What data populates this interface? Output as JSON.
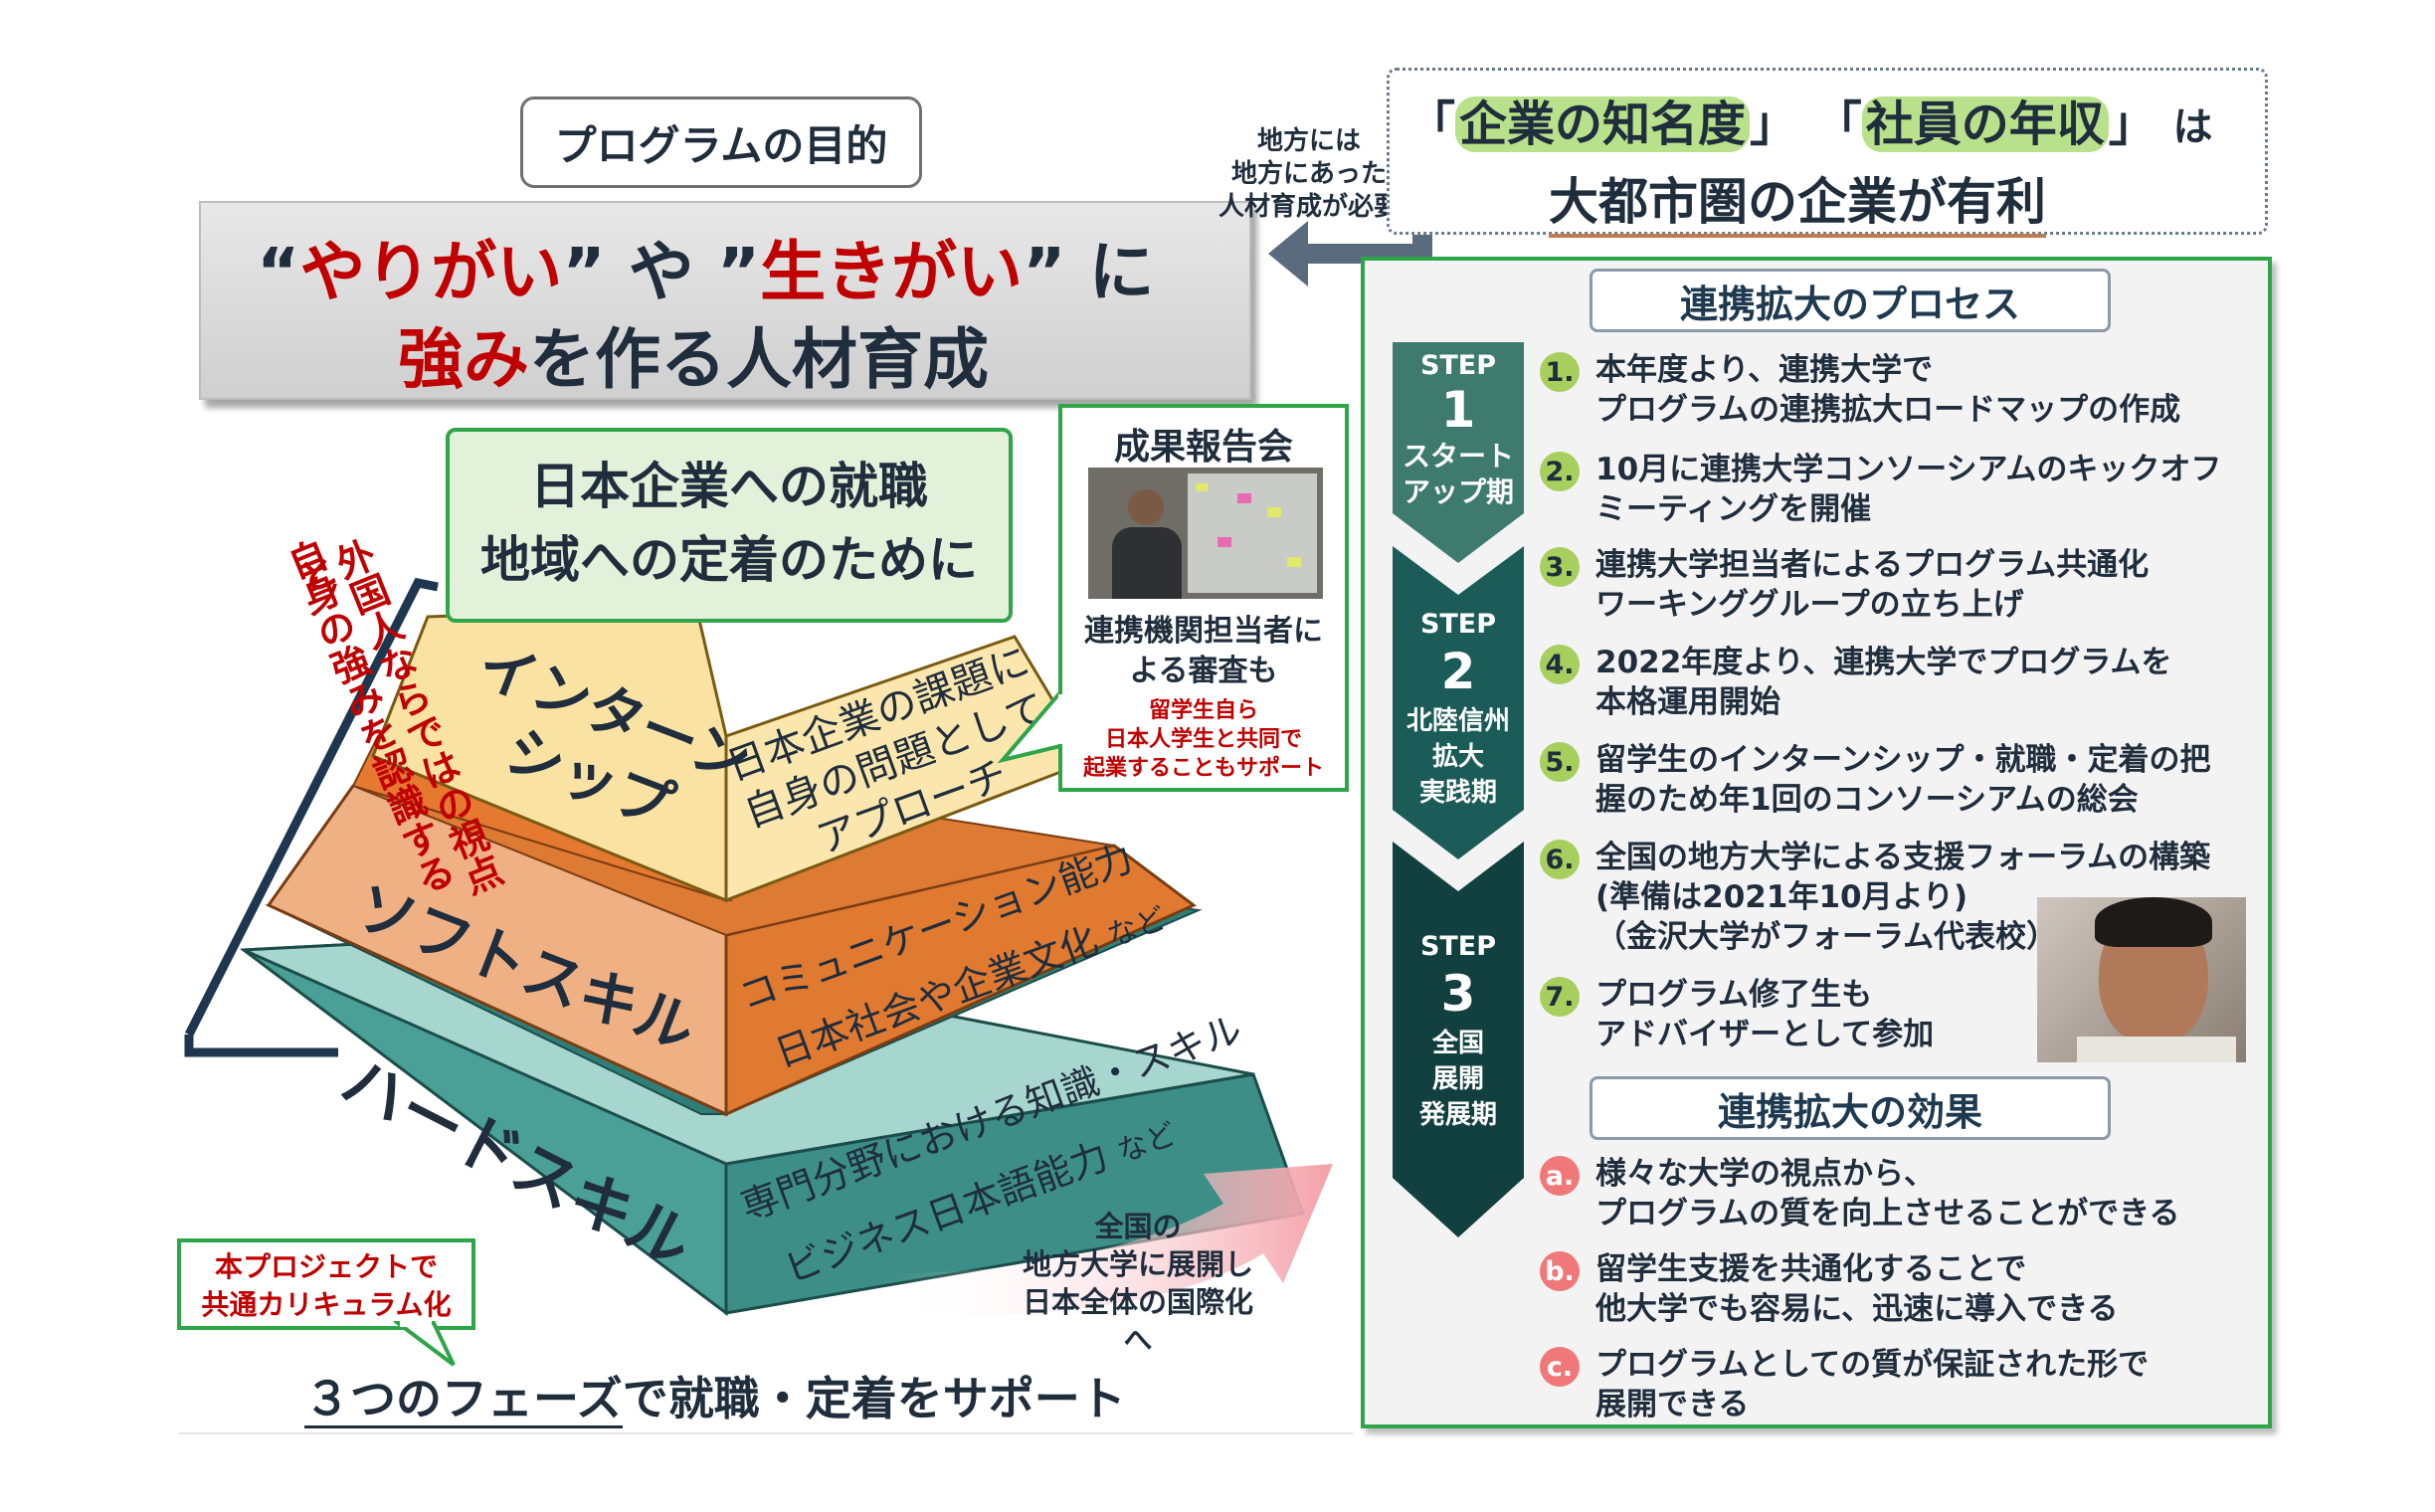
{
  "purpose_label": "プログラムの目的",
  "banner": {
    "q1": "“",
    "w1": "やりがい",
    "q2": "”",
    "mid": "や",
    "q3": "”",
    "w2": "生きがい",
    "q4": "”",
    "end": "に",
    "l2_red": "強み",
    "l2_rest": "を作る人材育成"
  },
  "regional_note": [
    "地方には",
    "地方にあった",
    "人材育成が必要"
  ],
  "big_firms": {
    "q_open1": "「",
    "term1": "企業の知名度",
    "q_close1": "」",
    "q_open2": "「",
    "term2": "社員の年収",
    "q_close2": "」",
    "particle": "は",
    "line2": "大都市圏の企業が有利"
  },
  "goal": [
    "日本企業への就職",
    "地域への定着のために"
  ],
  "report": {
    "title": "成果報告会",
    "desc": [
      "連携機関担当者に",
      "よる審査も"
    ],
    "red_note": [
      "留学生自ら",
      "日本人学生と共同で",
      "起業することもサポート"
    ]
  },
  "side_vertical": [
    "外国人ならではの視点と",
    "自身の強みを認識する"
  ],
  "pyramid": {
    "top_left": [
      "インターン",
      "シップ"
    ],
    "top_right": [
      "日本企業の課題に",
      "自身の問題として",
      "アプローチ"
    ],
    "mid_left": "ソフトスキル",
    "mid_right": [
      "コミュニケーション能力",
      "日本社会や企業文化"
    ],
    "mid_right_suffix": "など",
    "bot_left": "ハードスキル",
    "bot_right": [
      "専門分野における知識・スキル",
      "ビジネス日本語能力"
    ],
    "bot_right_suffix": "など"
  },
  "nationwide": [
    "全国の",
    "地方大学に展開し",
    "日本全体の国際化へ"
  ],
  "curriculum": [
    "本プロジェクトで",
    "共通カリキュラム化"
  ],
  "bottom_caption": {
    "u": "３つのフェーズ",
    "rest": "で就職・定着をサポート"
  },
  "process_title": "連携拡大のプロセス",
  "steps": [
    {
      "step": "STEP",
      "num": "1",
      "label": [
        "スタート",
        "アップ期"
      ]
    },
    {
      "step": "STEP",
      "num": "2",
      "label": [
        "北陸信州",
        "拡大",
        "実践期"
      ]
    },
    {
      "step": "STEP",
      "num": "3",
      "label": [
        "全国",
        "展開",
        "発展期"
      ]
    }
  ],
  "process_items": [
    {
      "num": "1.",
      "lines": [
        "本年度より、連携大学で",
        "プログラムの連携拡大ロードマップの作成"
      ]
    },
    {
      "num": "2.",
      "lines": [
        "10月に連携大学コンソーシアムのキックオフ",
        "ミーティングを開催"
      ]
    },
    {
      "num": "3.",
      "lines": [
        "連携大学担当者によるプログラム共通化",
        "ワーキンググループの立ち上げ"
      ]
    },
    {
      "num": "4.",
      "lines": [
        "2022年度より、連携大学でプログラムを",
        "本格運用開始"
      ]
    },
    {
      "num": "5.",
      "lines": [
        "留学生のインターンシップ・就職・定着の把",
        "握のため年1回のコンソーシアムの総会"
      ]
    },
    {
      "num": "6.",
      "lines": [
        "全国の地方大学による支援フォーラムの構築",
        "(準備は2021年10月より)",
        "（金沢大学がフォーラム代表校）"
      ]
    },
    {
      "num": "7.",
      "lines": [
        "プログラム修了生も",
        "アドバイザーとして参加"
      ]
    }
  ],
  "effects_title": "連携拡大の効果",
  "effects": [
    {
      "letter": "a.",
      "lines": [
        "様々な大学の視点から、",
        "プログラムの質を向上させることができる"
      ]
    },
    {
      "letter": "b.",
      "lines": [
        "留学生支援を共通化することで",
        "他大学でも容易に、迅速に導入できる"
      ]
    },
    {
      "letter": "c.",
      "lines": [
        "プログラムとしての質が保証された形で",
        "展開できる"
      ]
    }
  ],
  "colors": {
    "green": "#2fa54a",
    "red": "#c00000",
    "intern": "#f7dc8f",
    "soft": "#e98a4a",
    "hard": "#3f9f95",
    "step_dark": "#1b5656"
  }
}
